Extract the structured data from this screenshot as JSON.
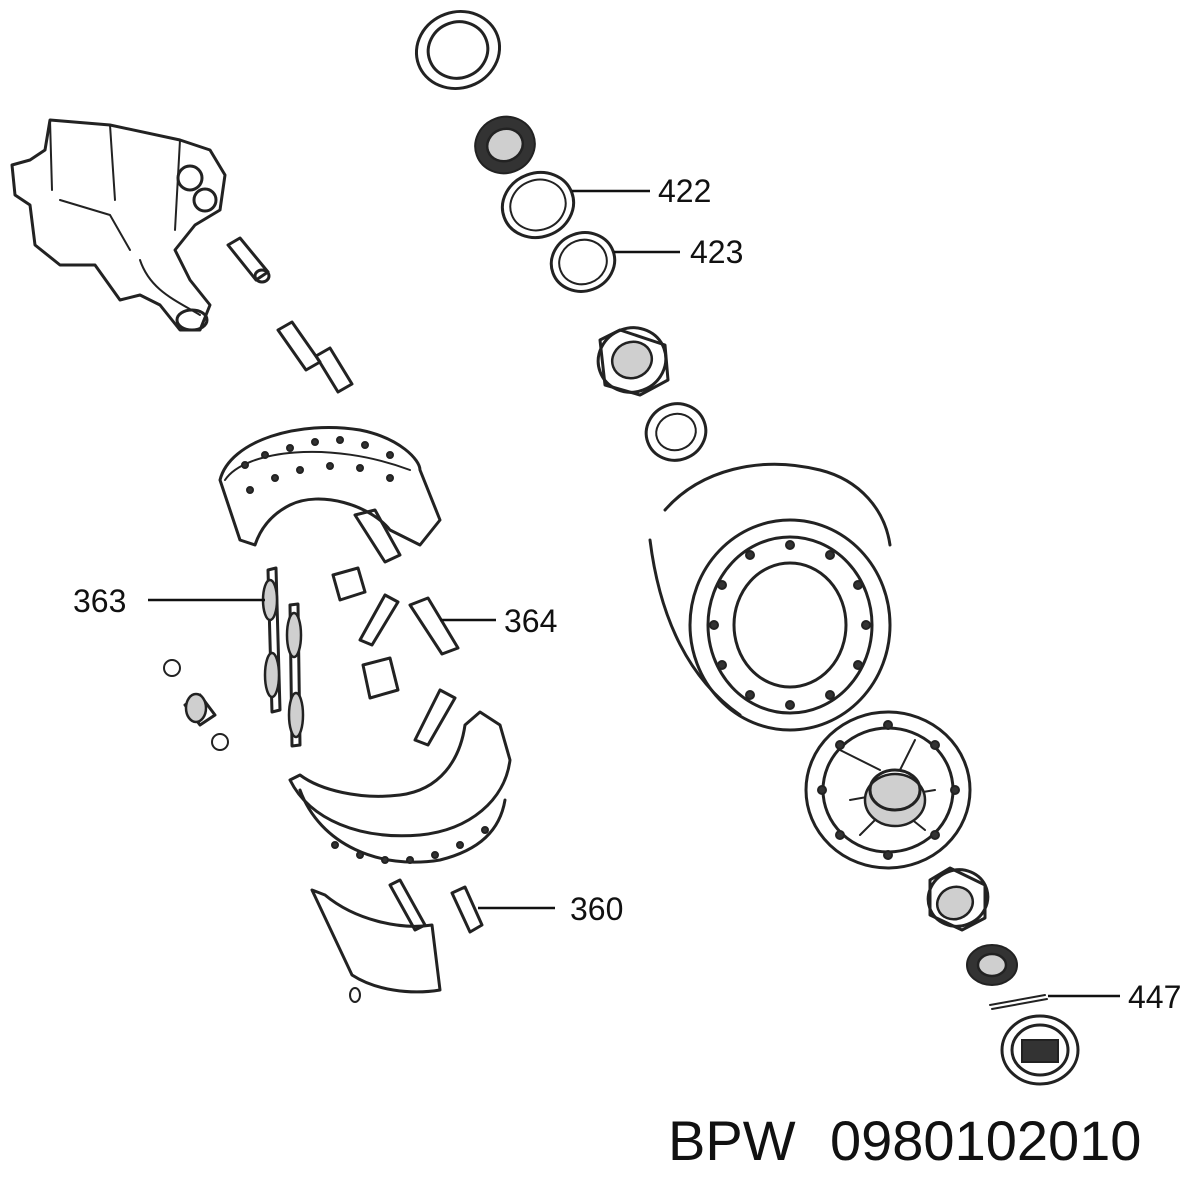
{
  "callouts": {
    "c422": "422",
    "c423": "423",
    "c363": "363",
    "c364": "364",
    "c360": "360",
    "c447": "447"
  },
  "caption": {
    "brand": "BPW",
    "part_number": "0980102010"
  }
}
